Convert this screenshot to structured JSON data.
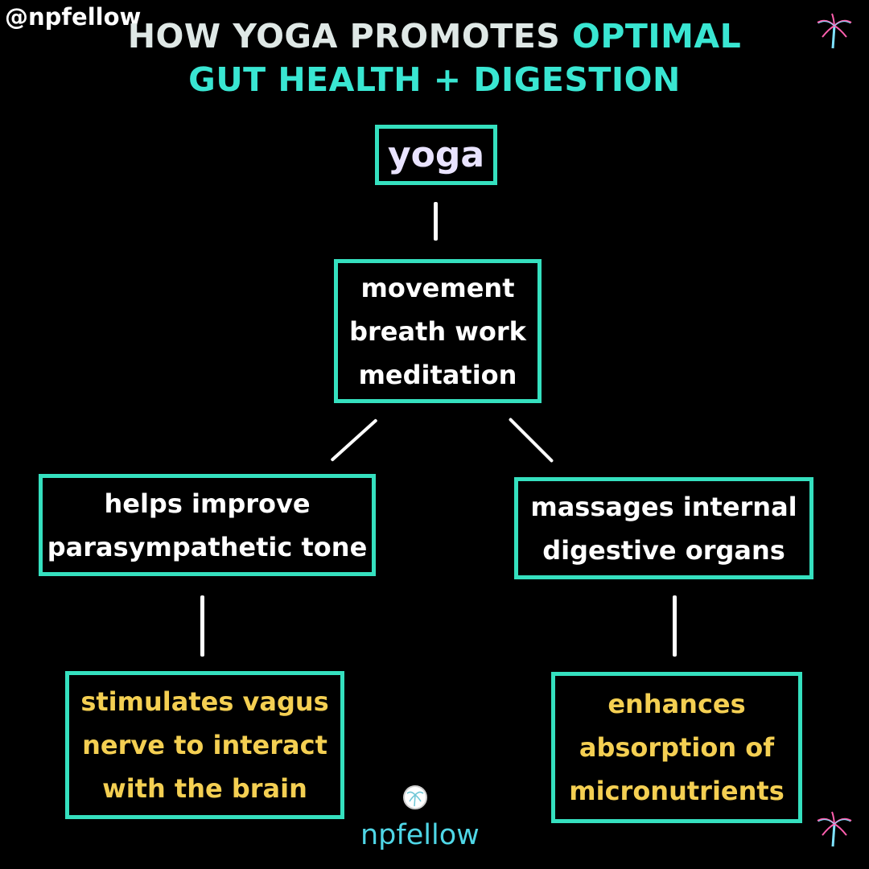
{
  "handle": "@npfellow",
  "title": {
    "line1_white": "HOW YOGA PROMOTES ",
    "line1_teal": "OPTIMAL",
    "line2_teal": "GUT HEALTH + DIGESTION"
  },
  "nodes": {
    "yoga": "yoga",
    "practices": [
      "movement",
      "breath work",
      "meditation"
    ],
    "left_effect": [
      "helps improve",
      "parasympathetic tone"
    ],
    "right_effect": [
      "massages internal",
      "digestive organs"
    ],
    "left_outcome": [
      "stimulates vagus",
      "nerve to interact",
      "with the brain"
    ],
    "right_outcome": [
      "enhances",
      "absorption of",
      "micronutrients"
    ]
  },
  "brand": "npfellow",
  "colors": {
    "background": "#000000",
    "box_border": "#35e0bf",
    "title_teal": "#39e6d2",
    "outcome_text": "#f4cf52",
    "brand_text": "#4fd6e6"
  },
  "icons": [
    "palm-tree-icon",
    "palm-logo-icon"
  ]
}
